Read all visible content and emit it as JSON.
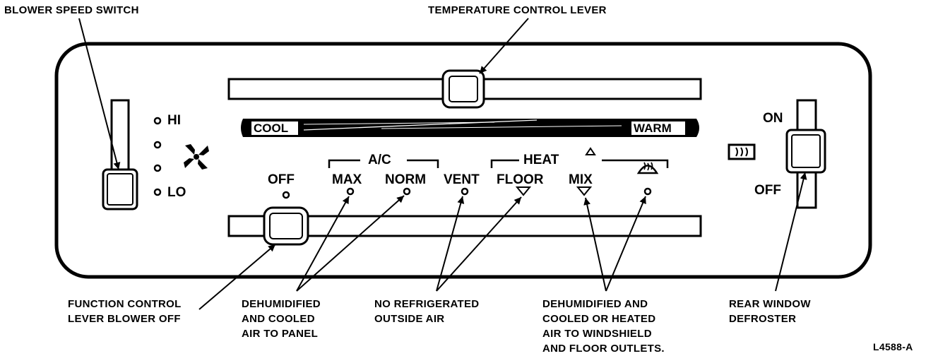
{
  "callouts": {
    "blower_speed_switch": "BLOWER SPEED SWITCH",
    "temperature_control_lever": "TEMPERATURE CONTROL LEVER",
    "function_control": [
      "FUNCTION CONTROL",
      "LEVER BLOWER OFF"
    ],
    "dehumidified_panel": [
      "DEHUMIDIFIED",
      "AND COOLED",
      "AIR TO PANEL"
    ],
    "no_refrigerated": [
      "NO REFRIGERATED",
      "OUTSIDE AIR"
    ],
    "dehumidified_windshield": [
      "DEHUMIDIFIED AND",
      "COOLED OR HEATED",
      "AIR TO WINDSHIELD",
      "AND FLOOR OUTLETS."
    ],
    "rear_window_defroster": [
      "REAR WINDOW",
      "DEFROSTER"
    ]
  },
  "panel": {
    "hi": "HI",
    "lo": "LO",
    "cool": "COOL",
    "warm": "WARM",
    "ac_group": "A/C",
    "heat_group": "HEAT",
    "off": "OFF",
    "max": "MAX",
    "norm": "NORM",
    "vent": "VENT",
    "floor": "FLOOR",
    "mix": "MIX",
    "defrost_on": "ON",
    "defrost_off": "OFF"
  },
  "figure_id": "L4588-A",
  "icons": [
    "fan-icon",
    "defrost-icon",
    "rear-defrost-icon"
  ]
}
